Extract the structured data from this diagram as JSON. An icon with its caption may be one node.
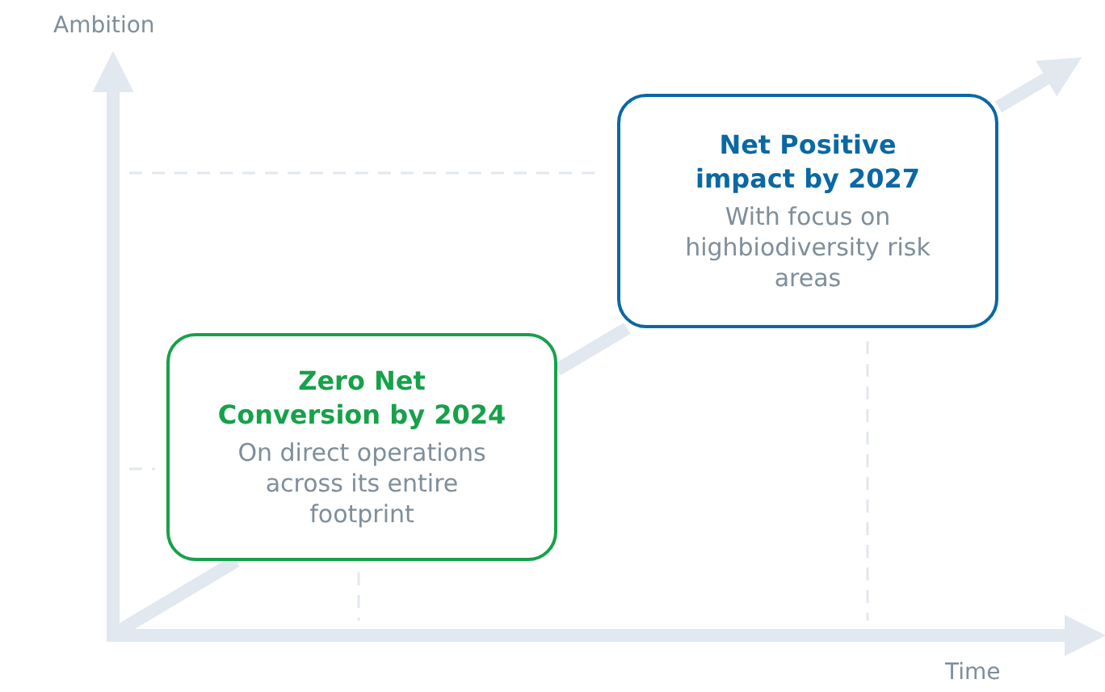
{
  "diagram": {
    "nodes": [
      {
        "text": [
          "Zero Net Conversion by 2024",
          "On direct operations across its entire footprint"
        ]
      },
      {
        "text": [
          "Net Positive impact by 2027",
          "With focus on highbiodiversity risk areas"
        ]
      }
    ],
    "edges": [
      {
        "from": null,
        "to": 0,
        "arrow": "none"
      },
      {
        "from": 0,
        "to": 1,
        "arrow": "none"
      },
      {
        "from": 1,
        "to": null,
        "arrow": "to"
      }
    ],
    "labels": [
      "Ambition",
      "Time"
    ]
  }
}
